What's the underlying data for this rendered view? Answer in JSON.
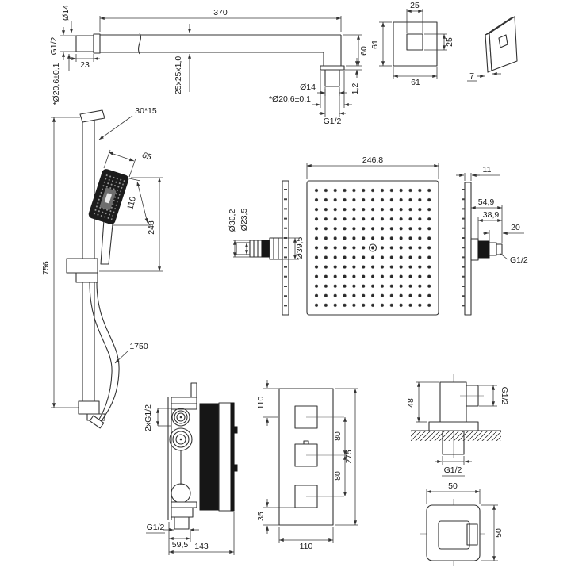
{
  "labels": {
    "arm": {
      "pin_dia": "Ø14",
      "length": "370",
      "thread": "G1/2",
      "bore": "*Ø20,6±0,1",
      "hub": "23",
      "profile": "25x25x1,0",
      "drop": "60",
      "out_dia": "Ø14",
      "out_bore": "*Ø20,6±0,1",
      "flange": "1,2",
      "out_thread": "G1/2"
    },
    "escutcheon": {
      "hole_w": "25",
      "hole_h": "25",
      "width": "61",
      "height": "61",
      "thickness": "7"
    },
    "handshower": {
      "rail_profile": "30*15",
      "rail_height": "756",
      "head_width": "65",
      "head_length": "110",
      "total_length": "248",
      "hose_length": "1750"
    },
    "head_front": {
      "width": "246,8",
      "pipe_dia": "Ø23,5",
      "collar_dia": "Ø30,2",
      "nut_dia": "Ø39,5"
    },
    "head_side": {
      "plate": "11",
      "depth_total": "54,9",
      "depth2": "38,9",
      "thread_len": "20",
      "thread": "G1/2"
    },
    "mixer_side": {
      "inlets": "2xG1/2",
      "outlet": "G1/2",
      "outlet_offset": "59,5",
      "depth": "143"
    },
    "mixer_front": {
      "top_offset": "110",
      "spacing1": "80",
      "spacing2": "80",
      "height": "275",
      "bottom_offset": "35",
      "width": "110"
    },
    "elbow": {
      "height": "48",
      "side_thread": "G1/2",
      "bottom_thread": "G1/2"
    },
    "elbow_top": {
      "width": "50",
      "height": "50"
    }
  }
}
